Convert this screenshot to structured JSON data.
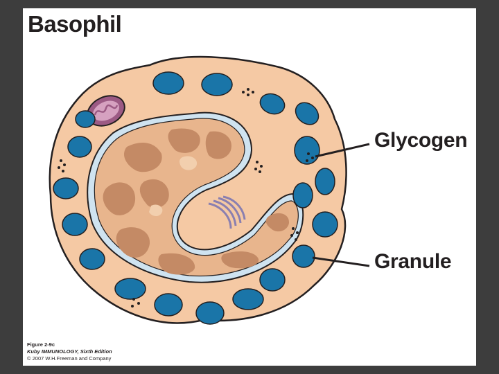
{
  "title": "Basophil",
  "labels": {
    "glycogen": "Glycogen",
    "granule": "Granule"
  },
  "credits": {
    "figure": "Figure 2-9c",
    "book": "Kuby IMMUNOLOGY, Sixth Edition",
    "copyright": "© 2007 W.H.Freeman and Company"
  },
  "colors": {
    "background": "#3d3d3d",
    "cytoplasm": "#f5c9a4",
    "outline": "#231f20",
    "granule": "#1a75a8",
    "nucleus": "#e8b58d",
    "chromatin": "#c48a65",
    "nuclear_envelope": "#cfe3f0",
    "mitochondrion": "#9c5a84",
    "golgi": "#8a7fb0"
  }
}
